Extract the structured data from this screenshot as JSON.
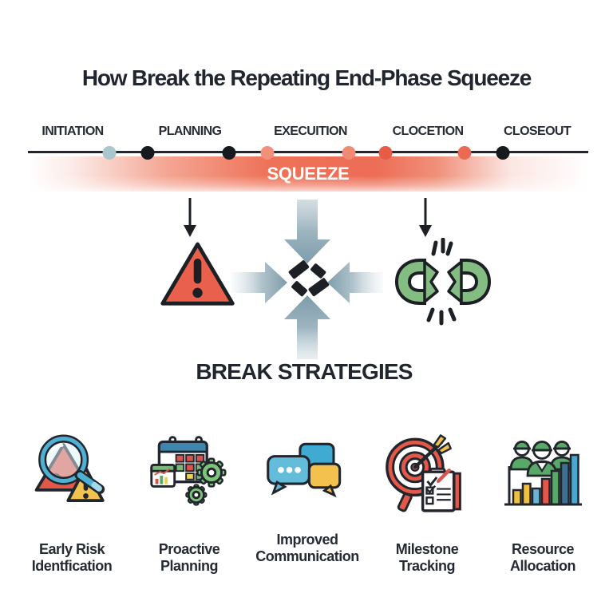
{
  "title": "How Break the Repeating End-Phase Squeeze",
  "timeline": {
    "phases": [
      {
        "label": "INITIATION"
      },
      {
        "label": "PLANNING"
      },
      {
        "label": "EXECUITION"
      },
      {
        "label": "CLOCETION"
      },
      {
        "label": "CLOSEOUT"
      }
    ],
    "dots": [
      {
        "color": "#a9c6cd"
      },
      {
        "color": "#16191d"
      },
      {
        "color": "#16191d"
      },
      {
        "color": "#f2907b"
      },
      {
        "color": "#f08a72"
      },
      {
        "color": "#e75c46"
      },
      {
        "color": "#ed6a52"
      },
      {
        "color": "#16191d"
      }
    ],
    "squeeze_label": "SQUEEZE"
  },
  "center": {
    "heading": "BREAK STRATEGIES",
    "icons": [
      "warning-triangle-icon",
      "converging-arrows-icon",
      "broken-chain-icon"
    ]
  },
  "strategies": [
    {
      "icon": "risk-magnifier-icon",
      "lines": [
        "Early Risk",
        "Identfication"
      ]
    },
    {
      "icon": "calendar-gears-icon",
      "lines": [
        "Proactive",
        "Planning"
      ]
    },
    {
      "icon": "speech-bubbles-icon",
      "lines": [
        "Improved",
        "Communication"
      ]
    },
    {
      "icon": "target-checklist-icon",
      "lines": [
        "Milestone",
        "Tracking"
      ]
    },
    {
      "icon": "team-bar-chart-icon",
      "lines": [
        "Resource",
        "Allocation"
      ]
    }
  ],
  "colors": {
    "squeeze_bar": "#ed6f58",
    "timeline_line": "#23272d",
    "hazard_red": "#e9604c",
    "warning_yellow": "#f2c14e",
    "chain_green": "#84bd82",
    "converge_arrow_blue": "#7e9cab",
    "heading_text": "#20252e"
  }
}
